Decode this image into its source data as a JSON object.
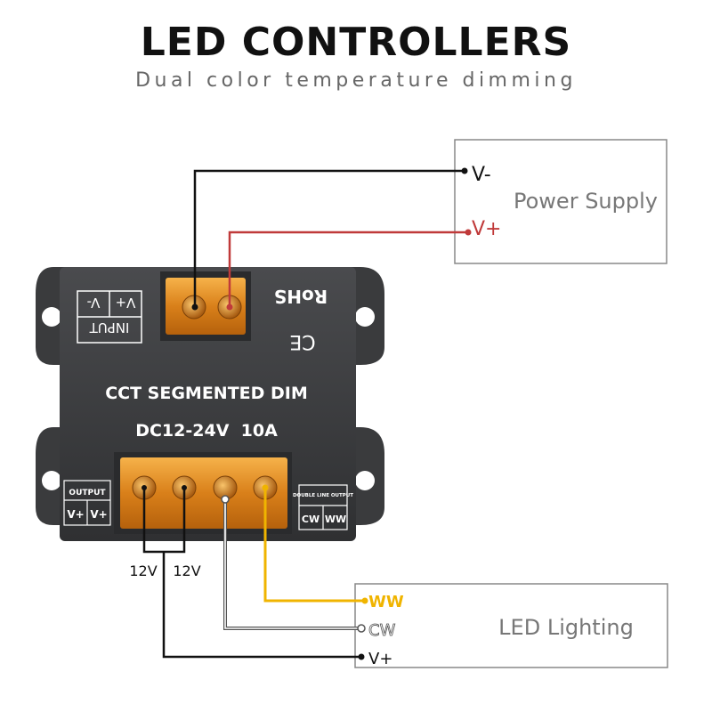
{
  "header": {
    "title": "LED CONTROLLERS",
    "subtitle": "Dual color temperature dimming"
  },
  "power_supply": {
    "label": "Power Supply",
    "terminal_negative": "V-",
    "terminal_positive": "V+"
  },
  "controller": {
    "input_label": "INPUT",
    "input_neg": "V-",
    "input_pos": "V+",
    "rohs": "RoHS",
    "ce": "CE",
    "name": "CCT SEGMENTED DIM",
    "rating": "DC12-24V  10A",
    "output_label": "OUTPUT",
    "output_v1": "V+",
    "output_v2": "V+",
    "double_line_output": "DOUBLE LINE OUTPUT",
    "cw": "CW",
    "ww": "WW"
  },
  "wires": {
    "voltage_left": "12V",
    "voltage_right": "12V"
  },
  "led_lighting": {
    "label": "LED Lighting",
    "terminal_ww": "WW",
    "terminal_cw": "CW",
    "terminal_vplus": "V+"
  },
  "colors": {
    "negative_wire": "#111111",
    "positive_wire": "#c03a3a",
    "ww_wire": "#f0b400",
    "cw_wire": "#555555",
    "device_body": "#3a3b3d",
    "terminal_block": "#e08a1e"
  }
}
